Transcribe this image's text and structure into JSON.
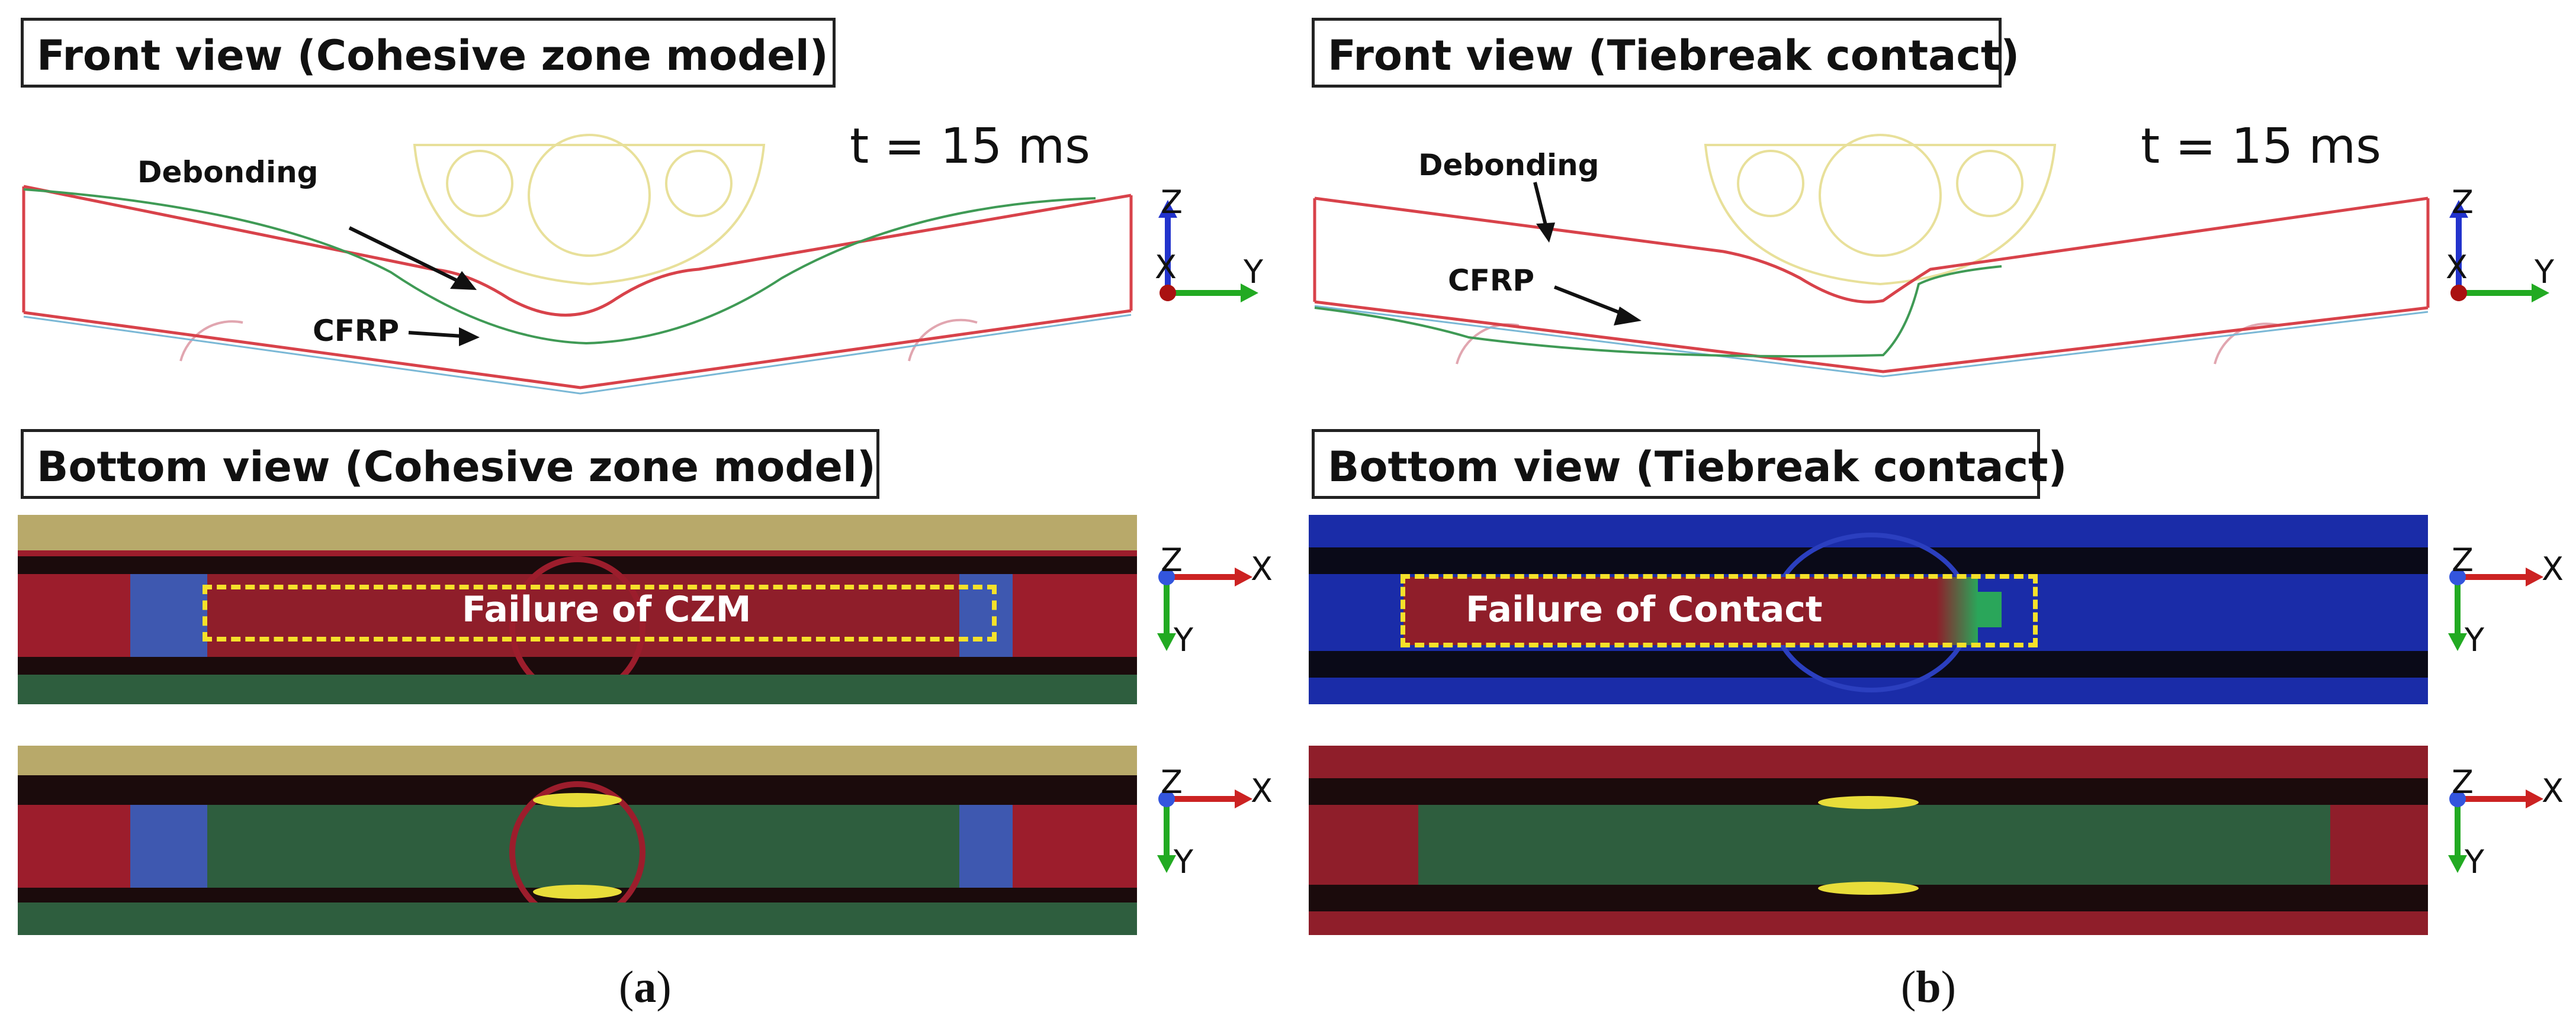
{
  "panel_a": {
    "front_title": "Front view (Cohesive zone model)",
    "time_label": "t = 15 ms",
    "debond_label": "Debonding",
    "cfrp_label": "CFRP",
    "bottom_title": "Bottom view (Cohesive zone model)",
    "failure_label": "Failure of CZM",
    "caption_open": "(",
    "caption_letter": "a",
    "caption_close": ")"
  },
  "panel_b": {
    "front_title": "Front view (Tiebreak contact)",
    "time_label": "t = 15 ms",
    "debond_label": "Debonding",
    "cfrp_label": "CFRP",
    "bottom_title": "Bottom view (Tiebreak contact)",
    "failure_label": "Failure of Contact",
    "caption_open": "(",
    "caption_letter": "b",
    "caption_close": ")"
  },
  "axes": {
    "z": "Z",
    "x": "X",
    "y": "Y"
  },
  "colors": {
    "beam_red": "#d8424a",
    "cfrp_green": "#3f9a55",
    "dark_red": "#9c1d2c",
    "dark_green": "#2e5e3e",
    "khaki": "#b8a96a",
    "blue_panel": "#3e58b0",
    "deep_blue": "#1a2ca8",
    "dashed_yellow": "#f5e12a"
  }
}
